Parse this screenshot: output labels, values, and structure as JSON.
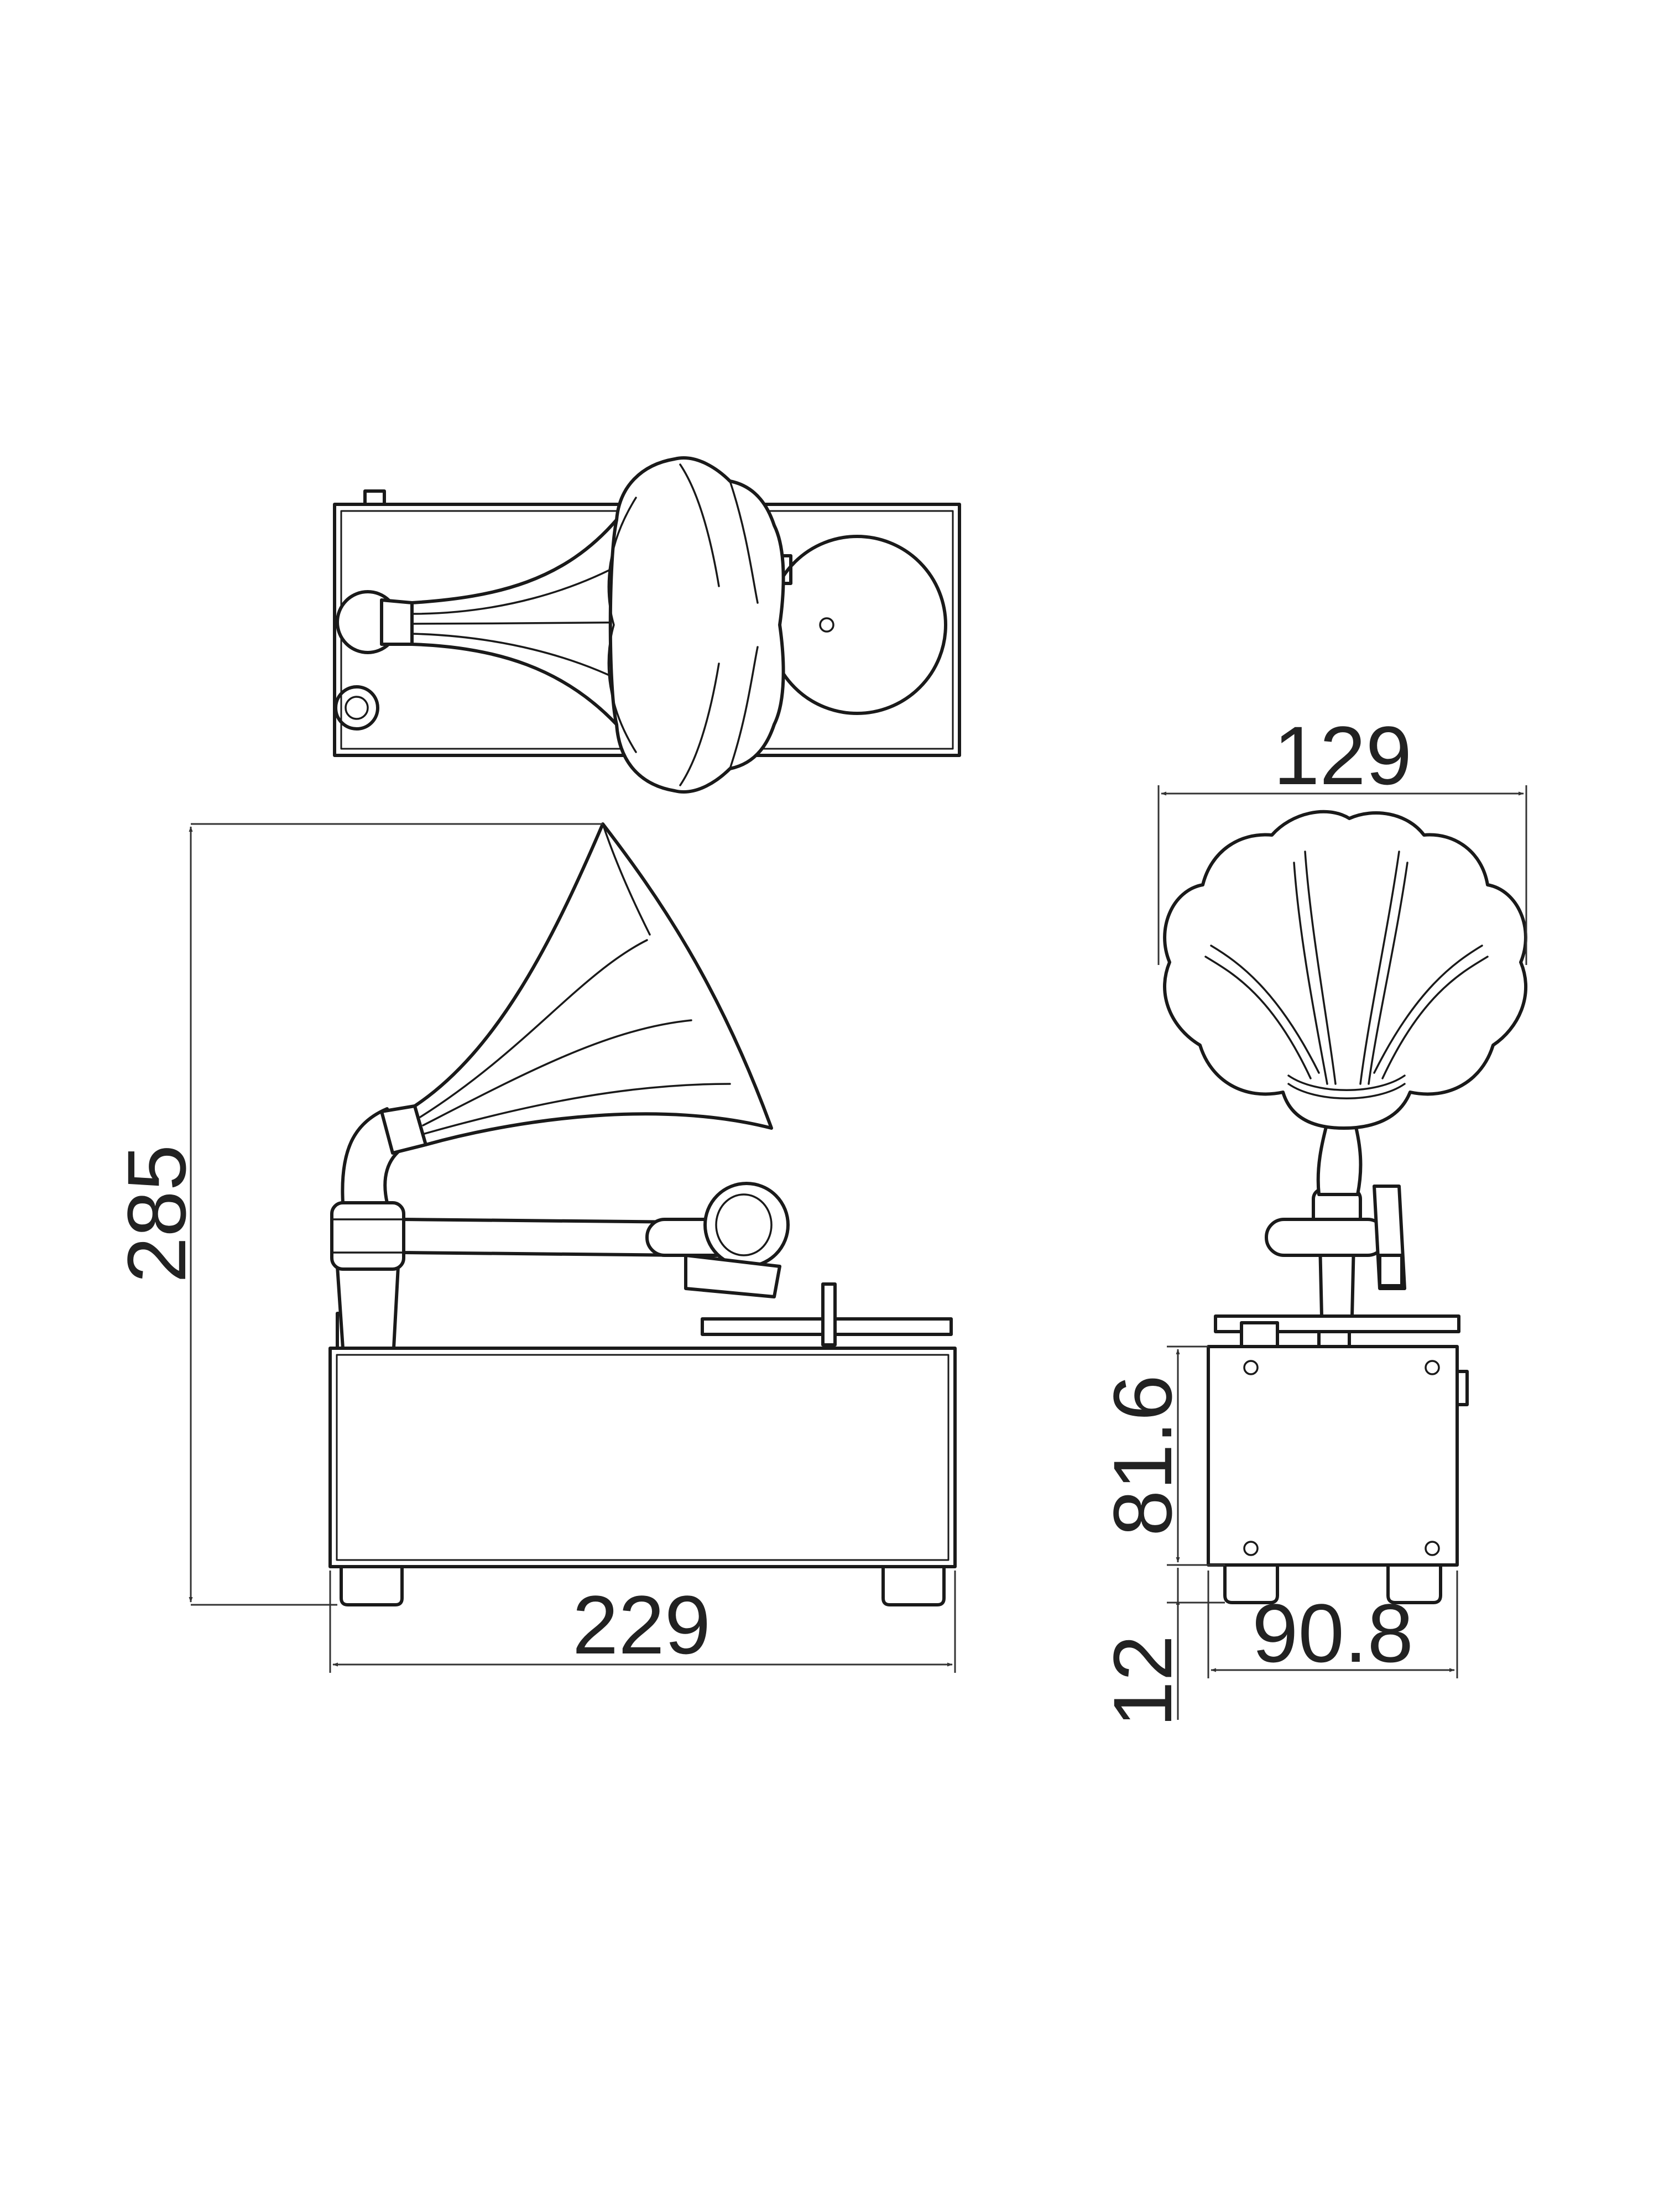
{
  "dimensions": {
    "height_total": "285",
    "width_total": "229",
    "depth_top": "129",
    "body_height": "81.6",
    "foot_height": "12",
    "body_depth": "90.8"
  }
}
